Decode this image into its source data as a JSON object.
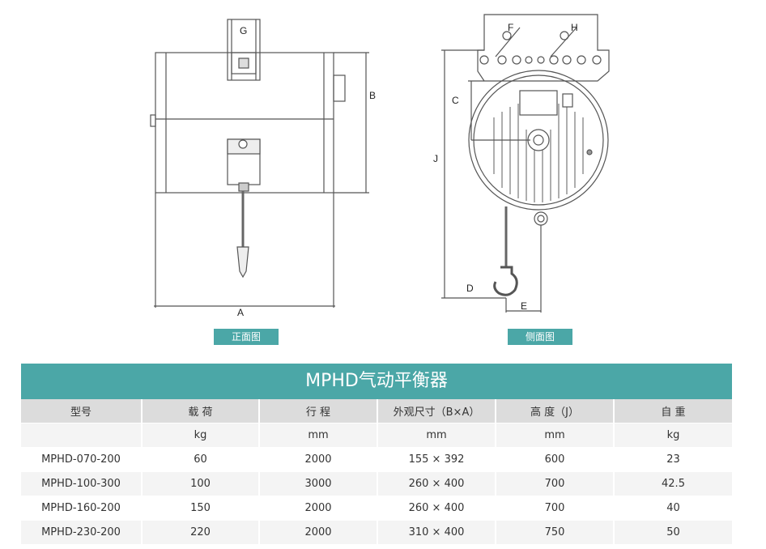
{
  "front_view": {
    "caption": "正面图",
    "labels": {
      "A": "A",
      "B": "B",
      "G": "G"
    }
  },
  "side_view": {
    "caption": "侧面图",
    "labels": {
      "C": "C",
      "D": "D",
      "E": "E",
      "F": "F",
      "H": "H",
      "J": "J"
    }
  },
  "table": {
    "title": "MPHD气动平衡器",
    "headers": [
      "型号",
      "载 荷",
      "行 程",
      "外观尺寸（B×A）",
      "高 度（J）",
      "自 重"
    ],
    "units": [
      "",
      "kg",
      "mm",
      "mm",
      "mm",
      "kg"
    ],
    "rows": [
      [
        "MPHD-070-200",
        "60",
        "2000",
        "155 × 392",
        "600",
        "23"
      ],
      [
        "MPHD-100-300",
        "100",
        "3000",
        "260 × 400",
        "700",
        "42.5"
      ],
      [
        "MPHD-160-200",
        "150",
        "2000",
        "260 × 400",
        "700",
        "40"
      ],
      [
        "MPHD-230-200",
        "220",
        "2000",
        "310 × 400",
        "750",
        "50"
      ]
    ]
  }
}
